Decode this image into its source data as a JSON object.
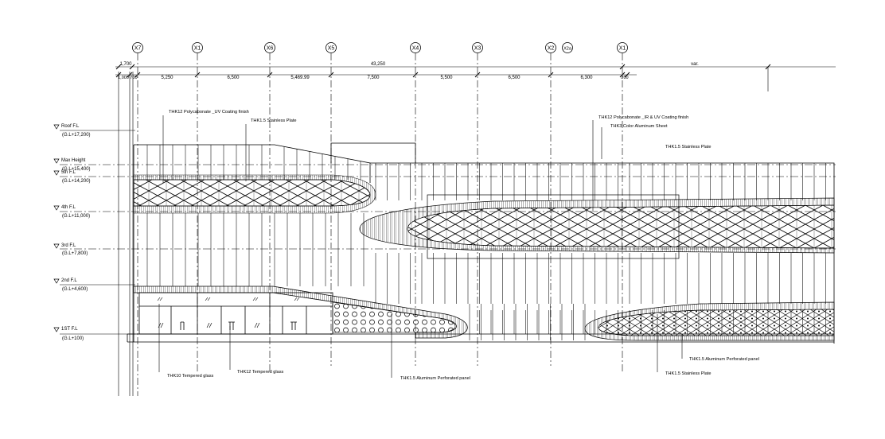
{
  "grid_axes": [
    "X7",
    "X1",
    "X6",
    "X5",
    "X4",
    "X3",
    "X2",
    "X2a",
    "X1"
  ],
  "dimensions": {
    "top_row": [
      "1,700",
      "43,250",
      "var."
    ],
    "bottom_row": [
      "1,000",
      "700",
      "5,250",
      "6,500",
      "5,469.99",
      "7,500",
      "5,500",
      "6,500",
      "6,300",
      "200"
    ]
  },
  "levels": [
    {
      "name": "Roof F.L",
      "elev": "(G.L+17,200)"
    },
    {
      "name": "Max Height",
      "elev": "(G.L+15,400)"
    },
    {
      "name": "5th F.L",
      "elev": "(G.L+14,200)"
    },
    {
      "name": "4th F.L",
      "elev": "(G.L+11,000)"
    },
    {
      "name": "3rd F.L",
      "elev": "(G.L+7,800)"
    },
    {
      "name": "2nd F.L",
      "elev": "(G.L+4,600)"
    },
    {
      "name": "1ST F.L",
      "elev": "(G.L+100)"
    }
  ],
  "annotations": {
    "polycarbonate_uv": "THK12 Polycabonate _UV Coating finish",
    "stainless_plate_left": "THK1.5 Stainless Plate",
    "polycarbonate_ir_uv": "THK12 Polycabonate _IR & UV Coating finish",
    "color_aluminum_sheet": "THK3 Color Aluminum Sheet",
    "stainless_plate_right": "THK1.5 Stainless Plate",
    "tempered_glass_10": "THK10 Tempered glass",
    "tempered_glass_12": "THK12 Tempered glass",
    "aluminum_perforated_left": "THK1.5 Aluminum Perforated panel",
    "aluminum_perforated_right": "THK1.5 Aluminum Perforated panel",
    "stainless_plate_bottom": "THK1.5 Stainless Plate"
  }
}
